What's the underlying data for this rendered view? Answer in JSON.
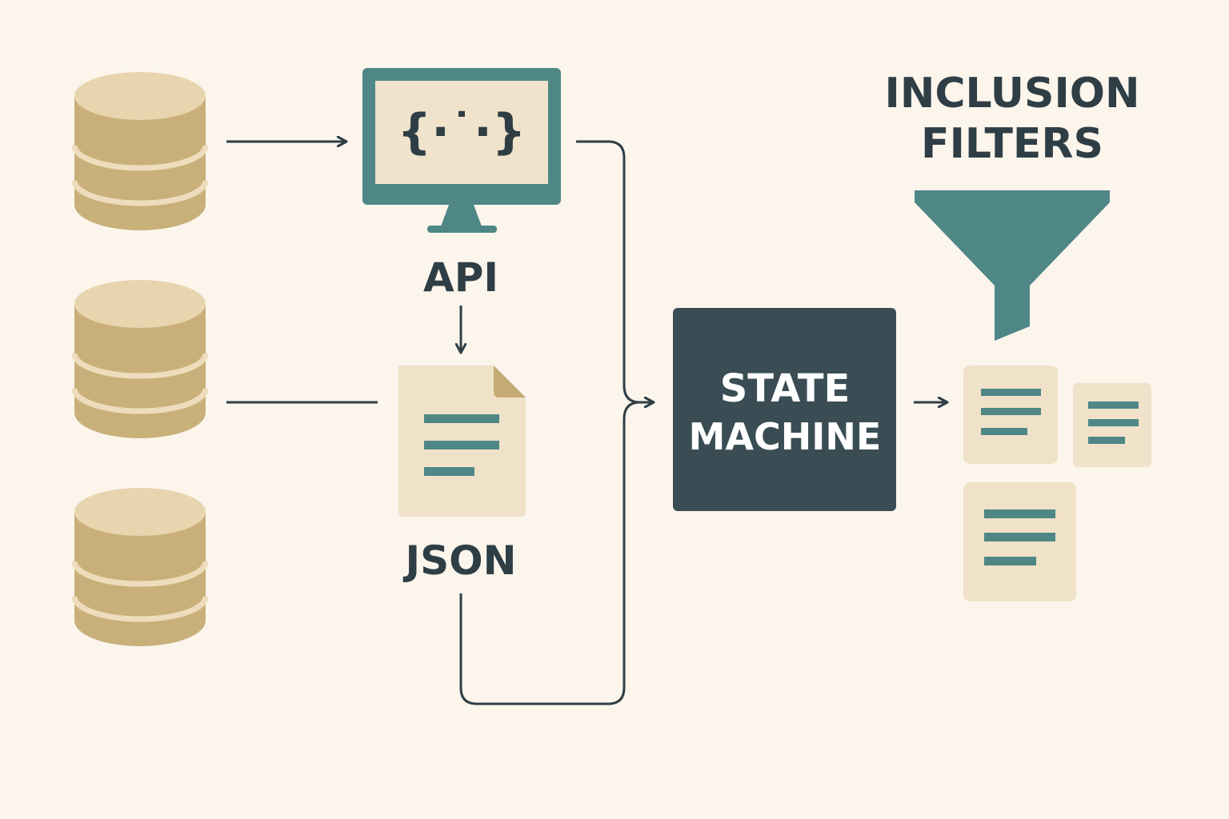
{
  "labels": {
    "api": "API",
    "json": "JSON",
    "state_machine": [
      "STATE",
      "MACHINE"
    ],
    "inclusion_filters": [
      "INCLUSION",
      "FILTERS"
    ]
  },
  "api_glyph": "{·˙·}",
  "icons": {
    "databases": [
      "database-icon",
      "database-icon",
      "database-icon"
    ],
    "api": "monitor-icon",
    "json": "document-icon",
    "filter": "funnel-icon",
    "outputs": [
      "document-icon",
      "document-icon",
      "document-icon"
    ]
  },
  "colors": {
    "background": "#FBF5EC",
    "db_top": "#E8D4AE",
    "db_body": "#C9B07A",
    "db_band": "#EEDDBC",
    "teal": "#4E8786",
    "dark": "#2F3E45",
    "state_box": "#3A4D54",
    "paper": "#F0E2C8",
    "paper_fold": "#C5AA74",
    "screen": "#EFE3CC",
    "text_light": "#FFFFFF"
  }
}
